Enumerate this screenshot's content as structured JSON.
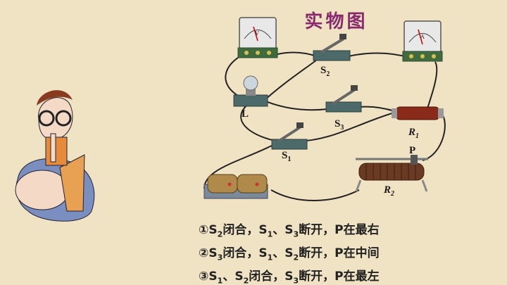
{
  "title": "实物图",
  "components": {
    "voltmeter": {
      "symbol": "V"
    },
    "ammeter": {
      "symbol": "A"
    },
    "lamp": {
      "label": "L"
    },
    "switch_s2": {
      "label": "S",
      "sub": "2"
    },
    "switch_s3": {
      "label": "S",
      "sub": "3"
    },
    "switch_s1": {
      "label": "S",
      "sub": "1"
    },
    "resistor_r1": {
      "label": "R",
      "sub": "1"
    },
    "rheostat_r2": {
      "label": "R",
      "sub": "2"
    },
    "slider": {
      "label": "P"
    }
  },
  "conditions": [
    {
      "num": "①",
      "closed": [
        "2"
      ],
      "closed_word": "闭合，",
      "open": [
        "1",
        "3"
      ],
      "open_word": "断开，",
      "p_text": "P在最右"
    },
    {
      "num": "②",
      "closed": [
        "3"
      ],
      "closed_word": "闭合，",
      "open": [
        "1",
        "2"
      ],
      "open_word": "断开，",
      "p_text": "P在中间"
    },
    {
      "num": "③",
      "closed": [
        "1",
        "2"
      ],
      "closed_word": "闭合，",
      "open": [
        "3"
      ],
      "open_word": "断开，",
      "p_text": "P在最左"
    }
  ],
  "colors": {
    "title": "#8a2a6e",
    "background": "#efe3c4",
    "wire": "#222222"
  }
}
